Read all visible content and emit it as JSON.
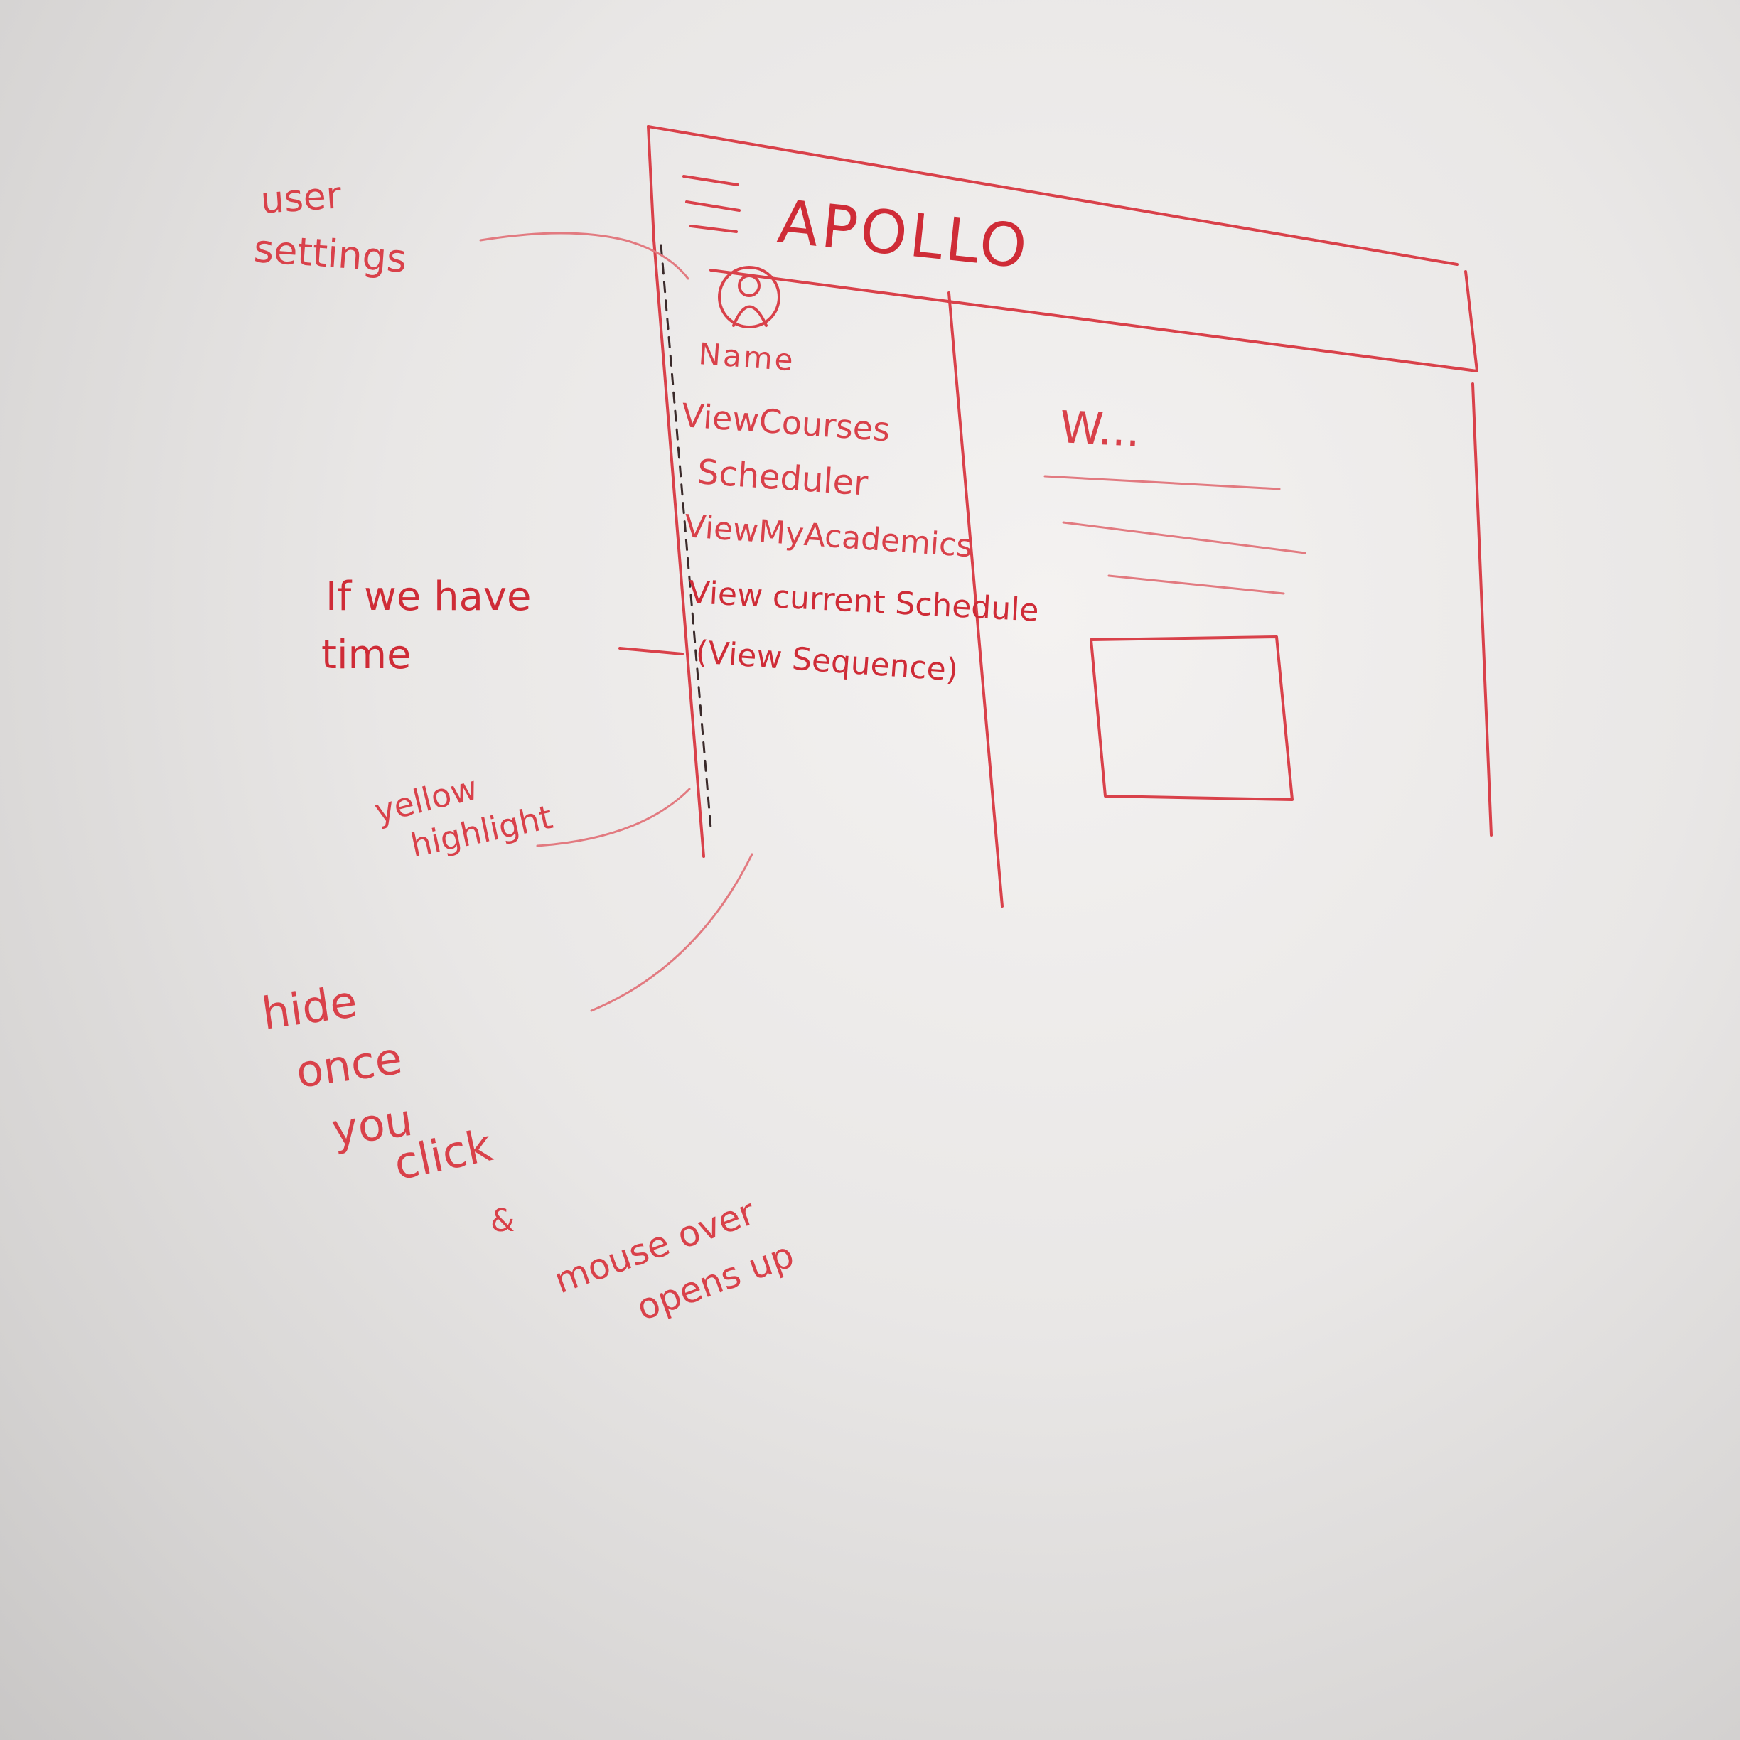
{
  "wireframe": {
    "app_title": "APOLLO",
    "menu_icon": "hamburger-menu-icon",
    "avatar_icon": "user-avatar-icon",
    "profile_name": "Name",
    "nav_items": [
      {
        "label": "ViewCourses"
      },
      {
        "label": "Scheduler"
      },
      {
        "label": "ViewMyAcademics"
      },
      {
        "label": "View current Schedule"
      },
      {
        "label": "(View Sequence)"
      }
    ],
    "content_heading": "W..."
  },
  "annotations": {
    "user_settings": [
      "user",
      "settings"
    ],
    "if_we_have_time": [
      "If we have",
      "time"
    ],
    "yellow_highlight": [
      "yellow",
      "highlight"
    ],
    "hide_once_you_click": [
      "hide",
      "once",
      "you",
      "click"
    ],
    "ampersand": "&",
    "mouse_over_opens_up": [
      "mouse over",
      "opens up"
    ]
  },
  "colors": {
    "marker_red": "#d9414a",
    "board": "#e9e7e6"
  }
}
